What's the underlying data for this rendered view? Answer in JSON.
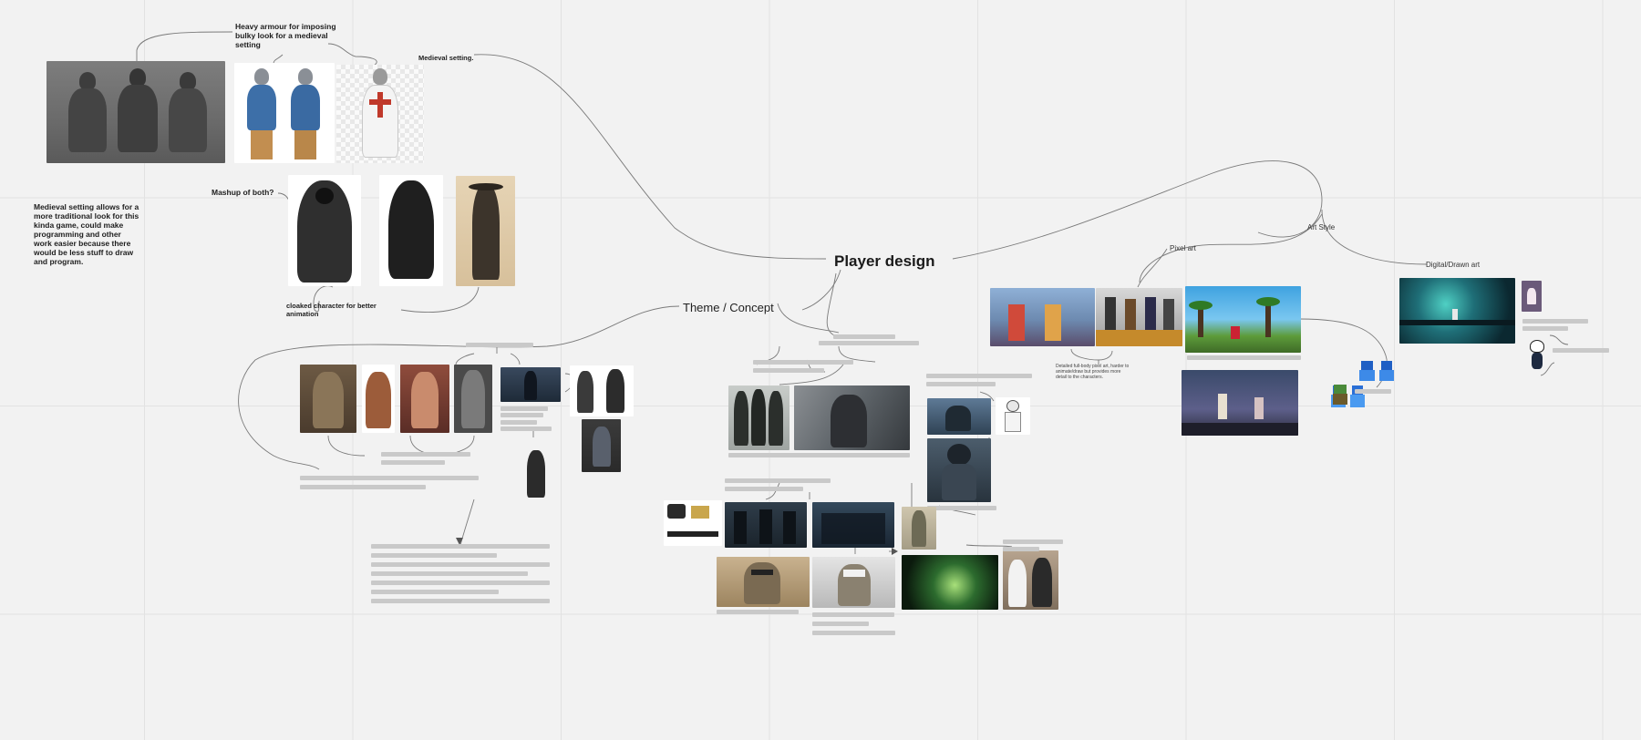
{
  "board": {
    "hub_title": "Player design",
    "theme_label": "Theme / Concept",
    "art_style_label": "Art Style",
    "pixel_art_label": "Pixel art",
    "digital_art_label": "Digital/Drawn art",
    "medieval_label": "Medieval setting.",
    "heavy_armour_note": "Heavy armour for imposing bulky look for a medieval setting",
    "mashup_label": "Mashup of both?",
    "cloaked_note": "cloaked character for better animation",
    "medieval_reason_note": "Medieval setting allows for a more traditional look for this kinda game, could make programming and other work easier because there would be less stuff to draw and program.",
    "pixel_art_note": "Detailed full-body pixel art, harder to animate/draw but provides more detail to the characters."
  },
  "colors": {
    "background": "#f2f2f2",
    "grid": "#e2e2e2",
    "connector": "#7a7a7a",
    "placeholder_text": "#c9c9c9"
  },
  "images": [
    {
      "name": "armoured-knights-group-image",
      "desc": "armoured knights"
    },
    {
      "name": "blue-tabard-knights-image",
      "desc": "knights"
    },
    {
      "name": "crusader-knight-image",
      "desc": "crusader"
    },
    {
      "name": "hooded-figure-image",
      "desc": "cloak"
    },
    {
      "name": "black-cloak-figure-image",
      "desc": "cloak"
    },
    {
      "name": "long-coat-hunter-image",
      "desc": "hunter"
    },
    {
      "name": "soldier-trio-image",
      "desc": "soldiers"
    },
    {
      "name": "metal-gear-image",
      "desc": "cyborg"
    },
    {
      "name": "halo-odst-image",
      "desc": "odst"
    },
    {
      "name": "stormtrooper-image",
      "desc": "stormtrooper"
    },
    {
      "name": "fighting-game-screenshot",
      "desc": "pixel fight"
    },
    {
      "name": "sprite-lineup-image",
      "desc": "sprites"
    },
    {
      "name": "metal-slug-screenshot",
      "desc": "pixel jungle"
    },
    {
      "name": "pixel-stage-screenshot",
      "desc": "pixel stage"
    },
    {
      "name": "hollow-knight-screenshot",
      "desc": "drawn cave"
    }
  ]
}
